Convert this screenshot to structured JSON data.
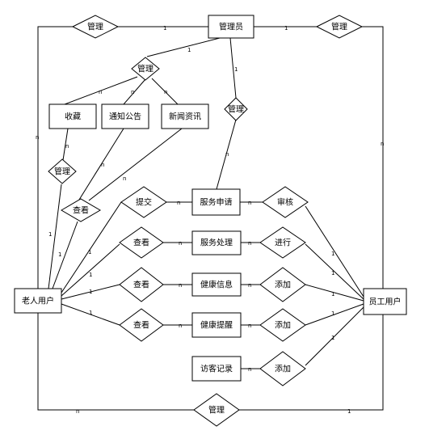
{
  "entities": {
    "admin": "管理员",
    "elder": "老人用户",
    "staff": "员工用户",
    "favorites": "收藏",
    "notice": "通知公告",
    "news": "新闻资讯",
    "service_request": "服务申请",
    "service_process": "服务处理",
    "health_info": "健康信息",
    "health_reminder": "健康提醒",
    "visitor_record": "访客记录"
  },
  "relationships": {
    "manage_top_left": "管理",
    "manage_top_right": "管理",
    "manage_center": "管理",
    "manage_right": "管理",
    "manage_favorites": "管理",
    "view_news": "查看",
    "submit": "提交",
    "review": "审核",
    "view_process": "查看",
    "perform": "进行",
    "view_health": "查看",
    "add_health": "添加",
    "view_reminder": "查看",
    "add_reminder": "添加",
    "add_visitor": "添加",
    "manage_bottom": "管理"
  },
  "cardinality": {
    "one": "1",
    "many": "n"
  }
}
